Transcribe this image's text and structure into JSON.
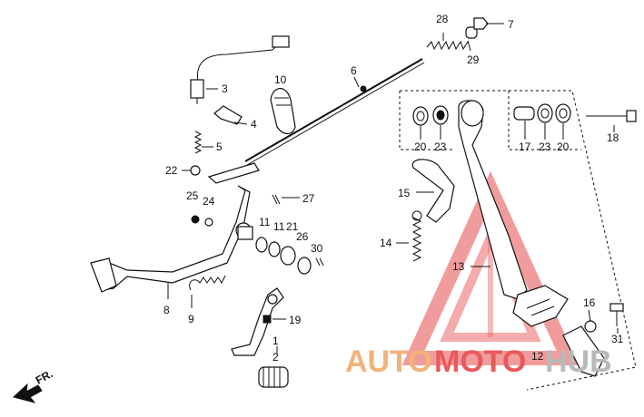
{
  "parts": [
    "1",
    "2",
    "3",
    "4",
    "5",
    "6",
    "7",
    "8",
    "9",
    "10",
    "11",
    "11",
    "12",
    "13",
    "14",
    "15",
    "16",
    "17",
    "18",
    "19",
    "20",
    "20",
    "21",
    "22",
    "23",
    "23",
    "24",
    "25",
    "26",
    "27",
    "28",
    "29",
    "30",
    "31"
  ],
  "direction_label": "FR.",
  "watermark": {
    "part1": "AUTO",
    "part2": "MOTO",
    "part3": "HUB"
  },
  "colors": {
    "line": "#111111",
    "watermark_orange": "#f2b27a",
    "watermark_red": "#e85a5a",
    "watermark_gray": "#b9b9b9"
  }
}
